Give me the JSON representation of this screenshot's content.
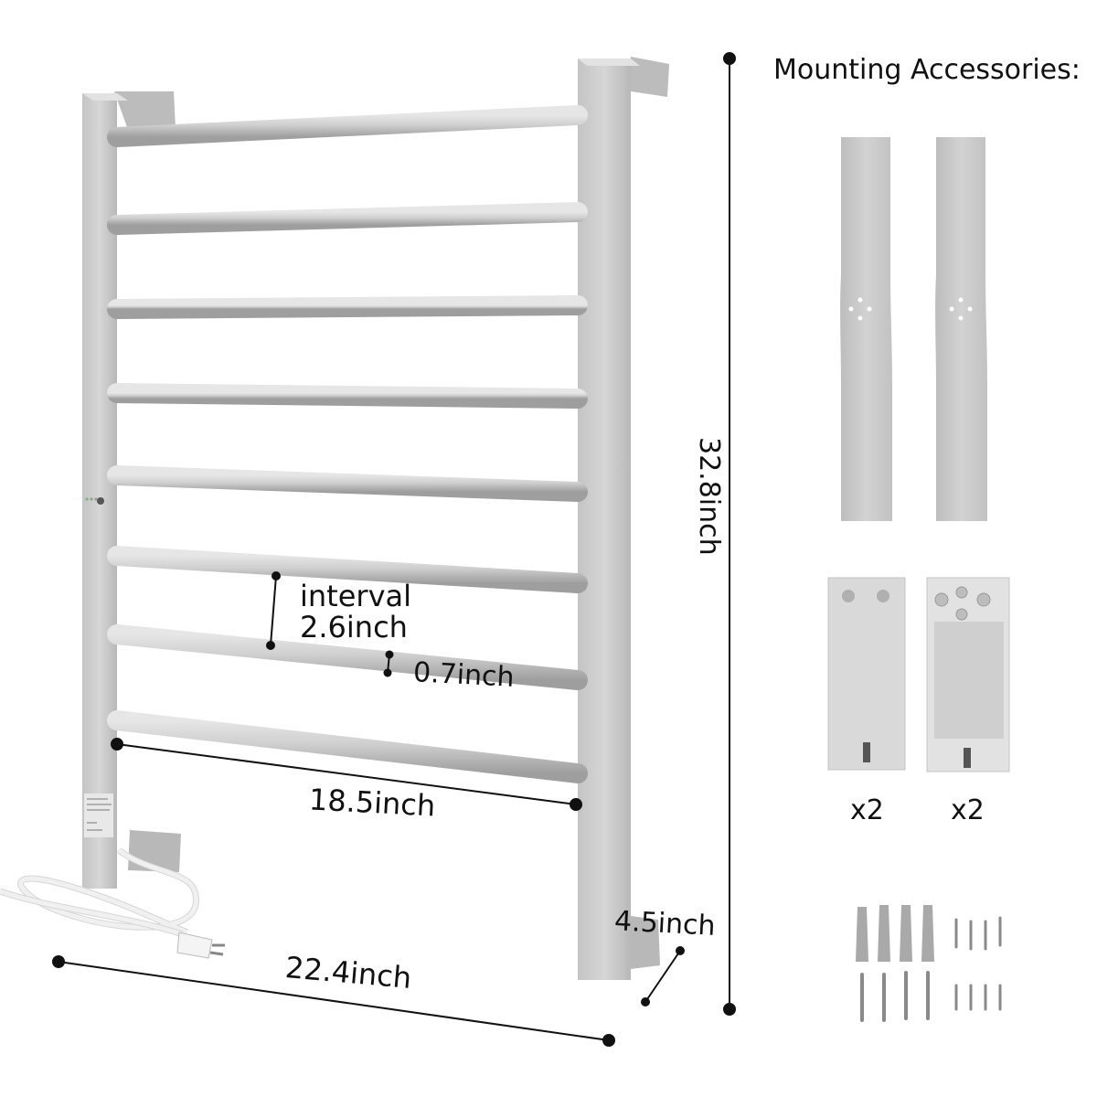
{
  "title": "Mounting Accessories:",
  "dimensions": {
    "height": "32.8inch",
    "interval_label": "interval",
    "interval_value": "2.6inch",
    "bar_diameter": "0.7inch",
    "rail_length": "18.5inch",
    "width": "22.4inch",
    "depth": "4.5inch"
  },
  "accessories": {
    "bracket_cover_qty": "x2",
    "bracket_base_qty": "x2"
  },
  "colors": {
    "aluminum": "#c8c8c8",
    "aluminum_dark": "#a9a9a9",
    "plastic_gray": "#dcdcdc",
    "text": "#111111"
  }
}
